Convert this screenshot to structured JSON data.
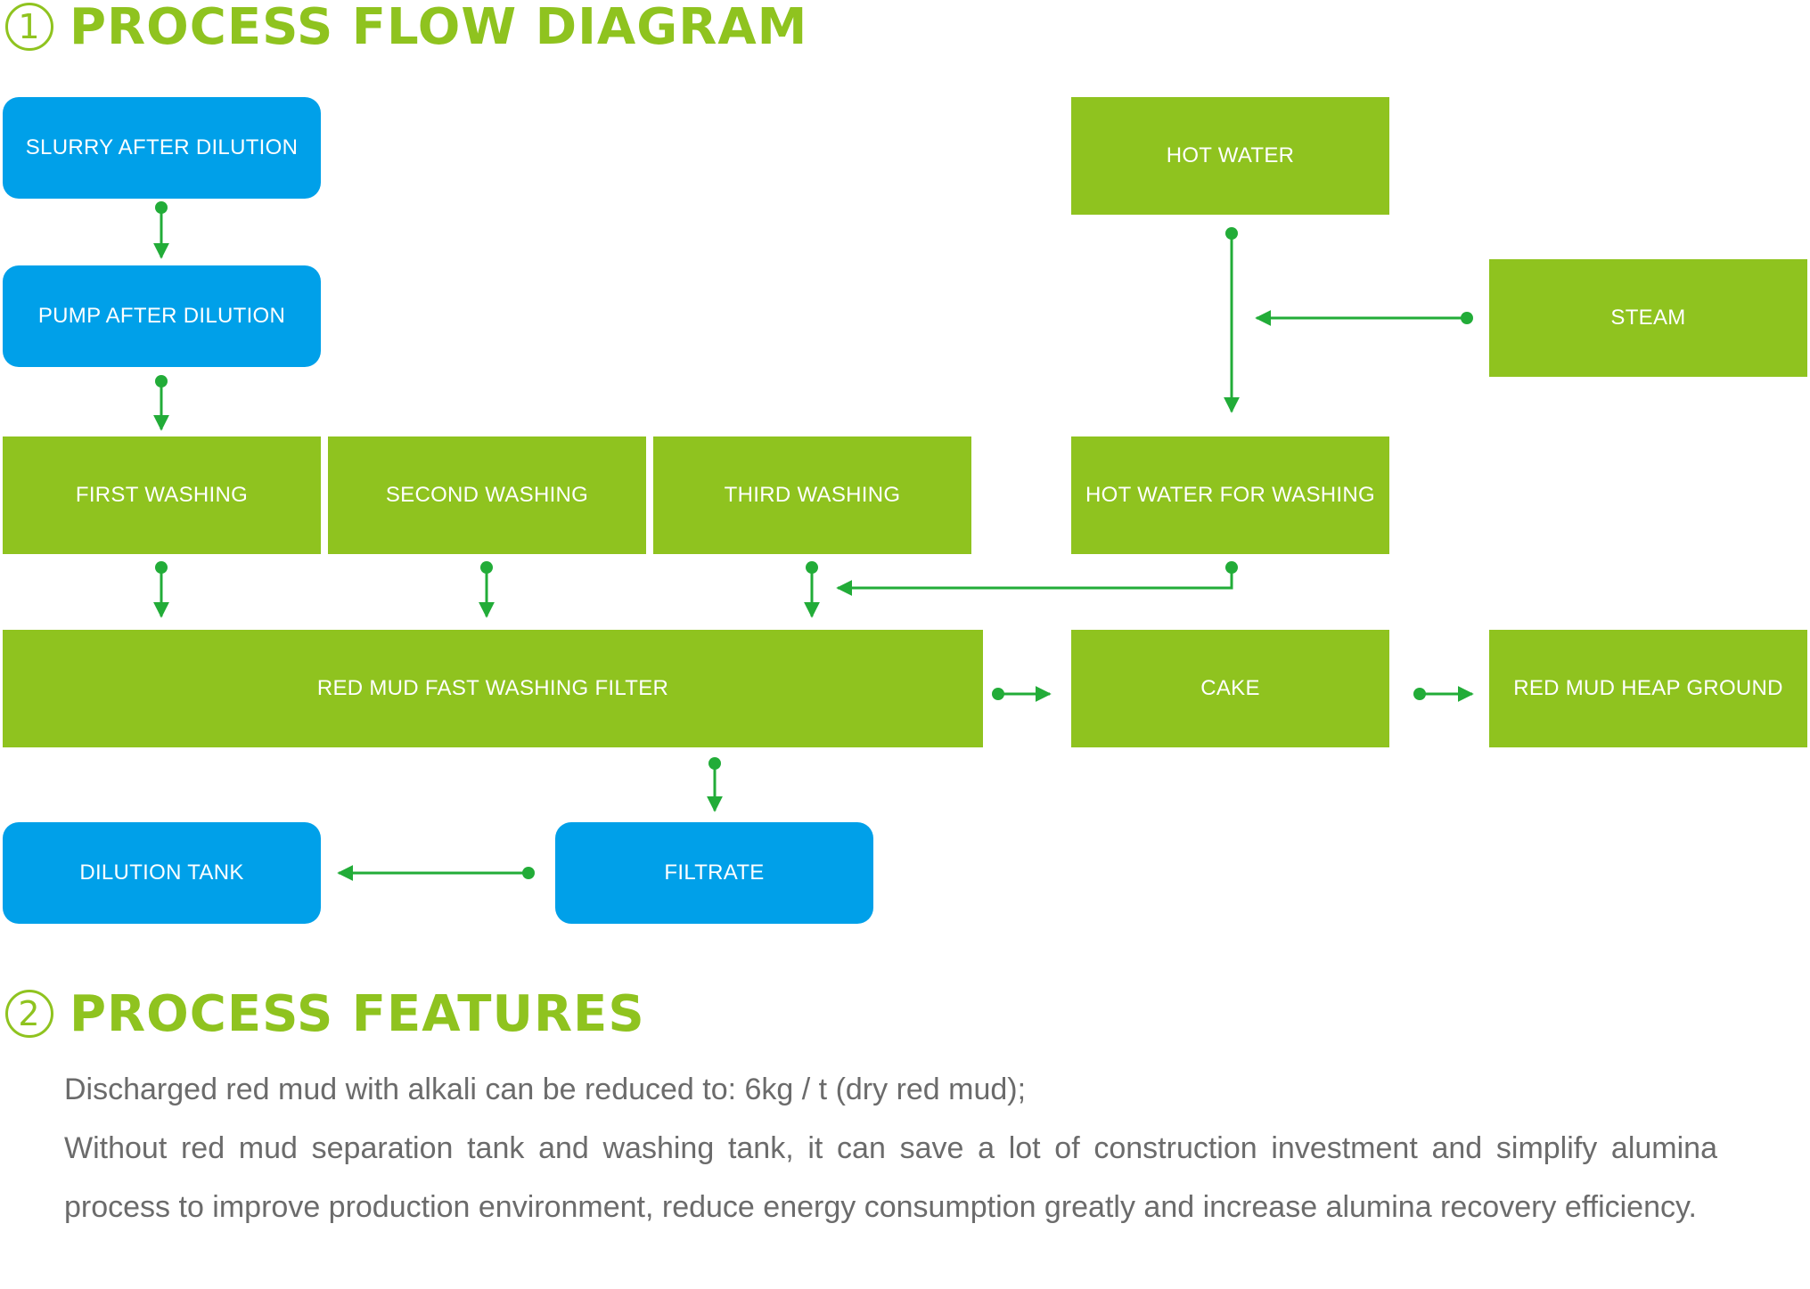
{
  "colors": {
    "accent_green": "#8fc31f",
    "box_blue": "#00a0e9",
    "arrow_green": "#22ac38",
    "text_gray": "#6b6b6b"
  },
  "section1": {
    "number": "1",
    "title": "PROCESS FLOW DIAGRAM"
  },
  "section2": {
    "number": "2",
    "title": "PROCESS FEATURES"
  },
  "nodes": {
    "slurry": "SLURRY AFTER DILUTION",
    "pump": "PUMP AFTER DILUTION",
    "first_washing": "FIRST WASHING",
    "second_washing": "SECOND WASHING",
    "third_washing": "THIRD WASHING",
    "hot_water": "HOT WATER",
    "steam": "STEAM",
    "hot_water_washing": "HOT WATER FOR WASHING",
    "filter": "RED MUD FAST WASHING FILTER",
    "cake": "CAKE",
    "heap_ground": "RED MUD HEAP GROUND",
    "dilution_tank": "DILUTION TANK",
    "filtrate": "FILTRATE"
  },
  "features": {
    "line1": "Discharged red mud with alkali can be reduced to: 6kg / t (dry red mud);",
    "line2": "Without red mud separation tank and washing tank, it can save a lot of construction investment and simplify alumina process to improve production environment, reduce energy consumption greatly and increase alumina recovery efficiency."
  }
}
